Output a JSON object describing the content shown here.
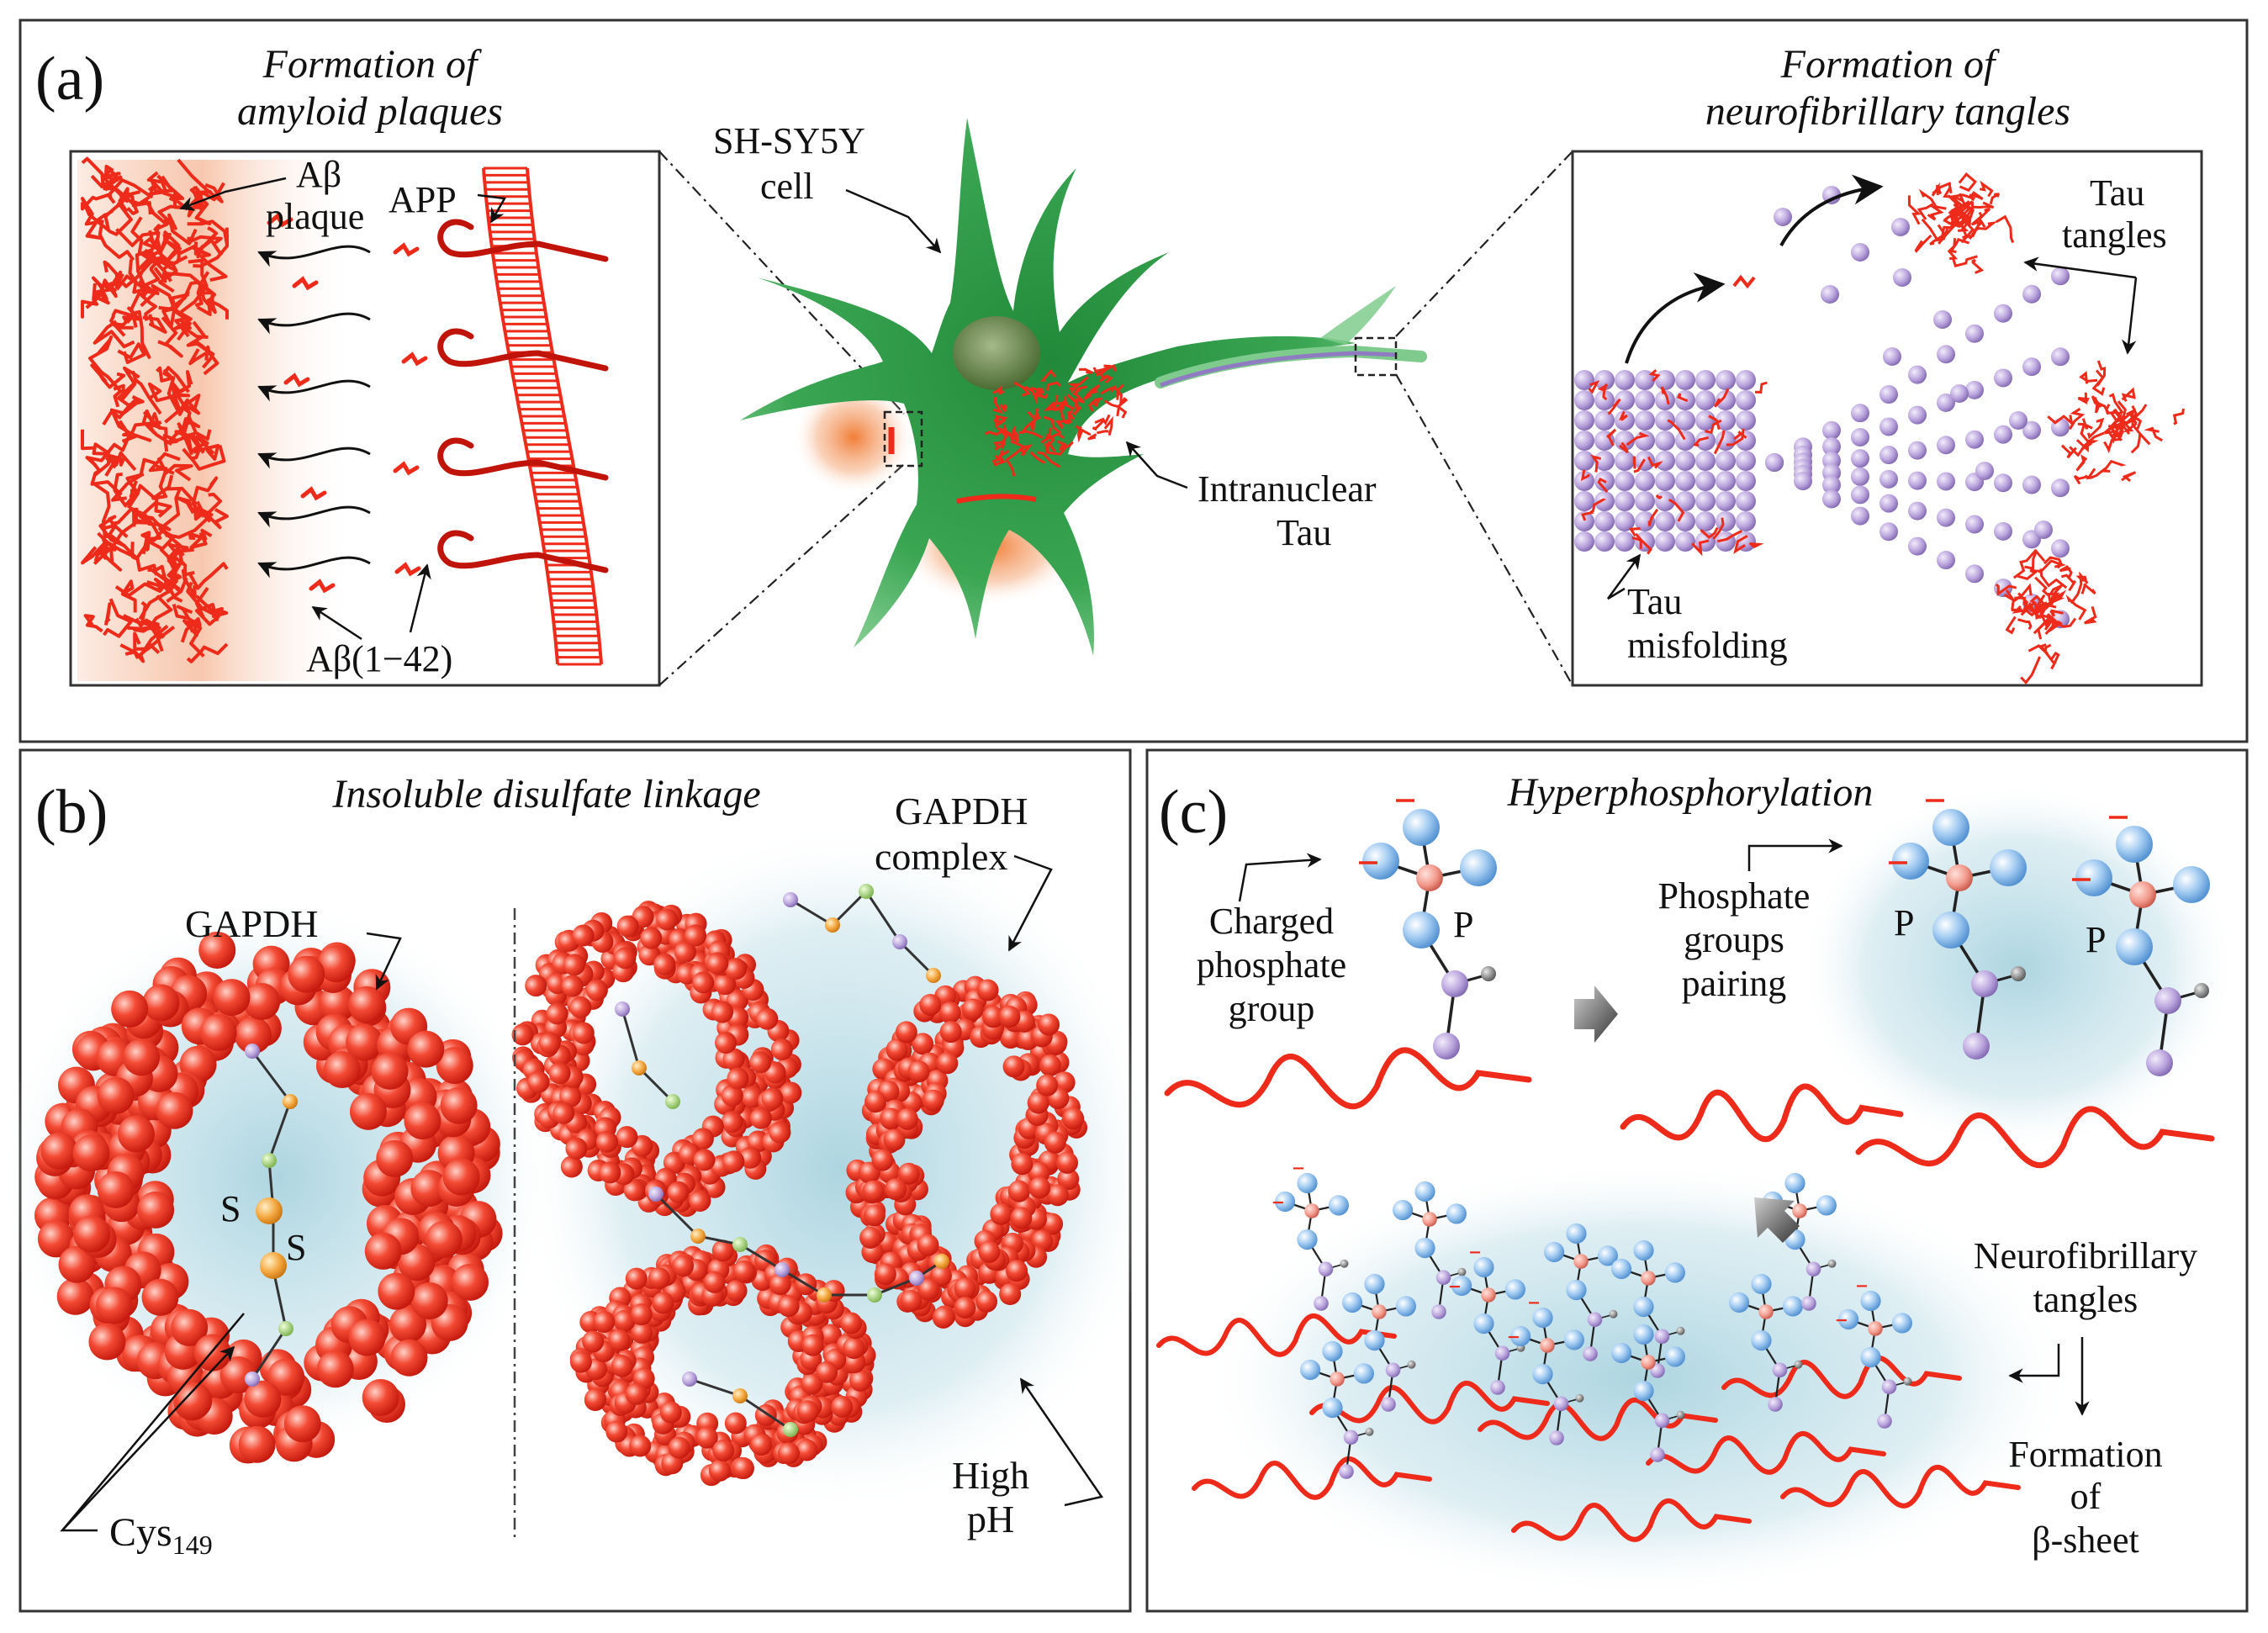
{
  "panel_a": {
    "label": "(a)",
    "title_plaques": [
      "Formation of",
      "amyloid plaques"
    ],
    "title_tangles": [
      "Formation of",
      "neurofibrillary tangles"
    ],
    "ab_plaque": [
      "Aβ",
      "plaque"
    ],
    "app": "APP",
    "ab142": "Aβ(1−42)",
    "cell": [
      "SH-SY5Y",
      "cell"
    ],
    "intranuclear": [
      "Intranuclear",
      "Tau"
    ],
    "tau_tangles": [
      "Tau",
      "tangles"
    ],
    "tau_misfolding": [
      "Tau",
      "misfolding"
    ]
  },
  "panel_b": {
    "label": "(b)",
    "title": "Insoluble disulfate linkage",
    "gapdh": "GAPDH",
    "gapdh_complex": [
      "GAPDH",
      "complex"
    ],
    "s1": "S",
    "s2": "S",
    "cys": "Cys",
    "cys_sub": "149",
    "high_ph": [
      "High",
      "pH"
    ]
  },
  "panel_c": {
    "label": "(c)",
    "title": "Hyperphosphorylation",
    "charged": [
      "Charged",
      "phosphate",
      "group"
    ],
    "pairing": [
      "Phosphate",
      "groups",
      "pairing"
    ],
    "p": "P",
    "nft": [
      "Neurofibrillary",
      "tangles"
    ],
    "formation": [
      "Formation",
      "of",
      "β-sheet"
    ]
  },
  "colors": {
    "protein_red": "#ee2a1a",
    "neuron_green": "#2f9a45",
    "phosphate_blue": "#8fc0ef",
    "tau_purple": "#b9a3dc",
    "halo_blue": "#bcdde6",
    "sulfur_orange": "#f3a43a"
  },
  "icons": [
    "neuron-cell-icon",
    "amyloid-plaque-icon",
    "membrane-bilayer-icon",
    "microtubule-icon",
    "gapdh-ring-icon",
    "phosphate-group-icon",
    "next-step-arrow-icon"
  ]
}
